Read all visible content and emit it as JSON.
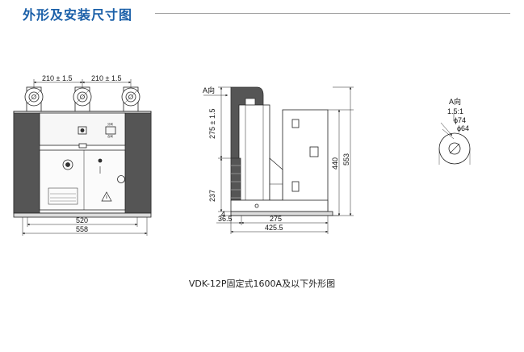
{
  "header": {
    "title": "外形及安装尺寸图"
  },
  "front_view": {
    "dim_pitch_left": "210 ± 1.5",
    "dim_pitch_right": "210 ± 1.5",
    "dim_inner_width": "520",
    "dim_outer_width": "558",
    "panel_label_1": "分闸",
    "panel_label_2": "合闸"
  },
  "side_view": {
    "view_a_label": "A向",
    "dim_arm_height": "275 ± 1.5",
    "dim_lower_height": "237",
    "dim_base": "4",
    "dim_offset": "36.5",
    "dim_rail": "275",
    "dim_depth": "425.5",
    "dim_height_mid": "440",
    "dim_height_total": "553"
  },
  "detail_view": {
    "label": "A向",
    "sub_label": "1.5:1",
    "dia_outer": "ϕ74",
    "dia_inner": "ϕ64"
  },
  "caption": "VDK-12P固定式1600A及以下外形图"
}
